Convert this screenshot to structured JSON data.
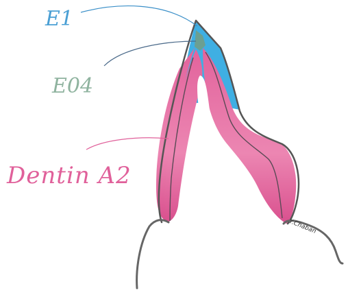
{
  "labels": {
    "e1": "E1",
    "e04": "E04",
    "dentin": "Dentin A2"
  },
  "signature": "Y.Chaban",
  "colors": {
    "e1": "#4a9fd4",
    "e04": "#8fb39f",
    "dentin": "#e0609a",
    "outline": "#555555",
    "enamel_fill": "#29a8e0",
    "dentin_fill": "#e46aa0",
    "e04_fill": "#6f9e8c"
  }
}
